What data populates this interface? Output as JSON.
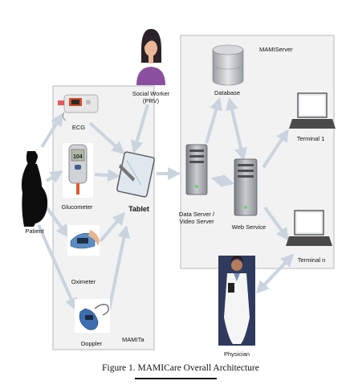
{
  "boxes": {
    "mamita": "MAMITa",
    "mamiserver": "MAMIServer"
  },
  "labels": {
    "social_worker": "Social Worker",
    "social_worker_sub": "(PRV)",
    "database": "Database",
    "ecg": "ECG",
    "glucometer": "Glucometer",
    "oximeter": "Oximeter",
    "doppler": "Doppler",
    "patient": "Patient",
    "tablet": "Tablet",
    "data_server_line1": "Data Server /",
    "data_server_line2": "Video Server",
    "web_service": "Web Service",
    "terminal_1": "Terminal 1",
    "terminal_n": "Terminal n",
    "physician": "Physician"
  },
  "caption": "Figure 1. MAMICare Overall Architecture",
  "colors": {
    "box_fill": "#f2f2f2",
    "box_stroke": "#b8b8b8",
    "connector": "#c9d4df",
    "social_worker_shirt": "#8a4f9e",
    "physician_bg": "#2f3a5e"
  },
  "icons": [
    "social-worker-icon",
    "database-icon",
    "ecg-device-icon",
    "glucometer-icon",
    "oximeter-icon",
    "doppler-icon",
    "patient-silhouette-icon",
    "tablet-icon",
    "server-icon",
    "terminal-icon",
    "physician-icon"
  ]
}
